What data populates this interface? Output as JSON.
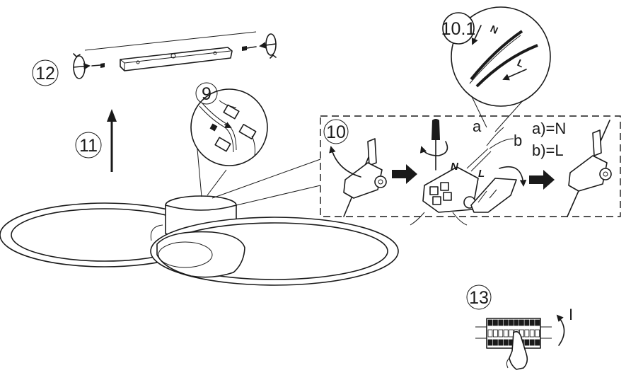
{
  "steps": {
    "s9": "9",
    "s10": "10",
    "s10_1": "10.1",
    "s11": "11",
    "s12": "12",
    "s13": "13"
  },
  "wire_labels": {
    "a": "a",
    "b": "b",
    "a_eq": "a)=N",
    "b_eq": "b)=L",
    "n": "N",
    "l": "L",
    "i": "I"
  },
  "icons": [
    "ceiling-lamp-icon",
    "mounting-bracket-icon",
    "screw-icon",
    "rotate-arrow-icon",
    "connector-icon",
    "screwdriver-icon",
    "terminal-block-icon",
    "hand-icon",
    "arrow-icon"
  ],
  "colors": {
    "line": "#1a1a1a",
    "background": "#ffffff"
  }
}
